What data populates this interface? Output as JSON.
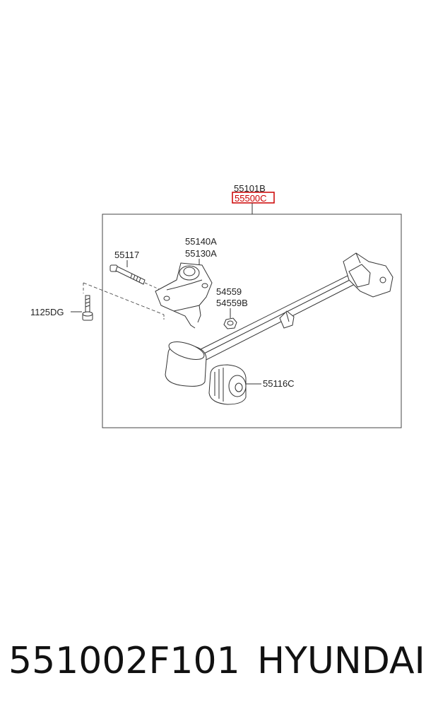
{
  "diagram": {
    "labels": {
      "assembly": "55101B",
      "assembly_alt": "55500C",
      "bolt": "55117",
      "bracket_a": "55140A",
      "bracket_b": "55130A",
      "nut_a": "54559",
      "nut_b": "54559B",
      "screw": "1125DG",
      "bushing": "55116C"
    },
    "highlight_color": "#cc0000"
  },
  "footer": {
    "part_number": "551002F101",
    "brand": "HYUNDAI"
  }
}
